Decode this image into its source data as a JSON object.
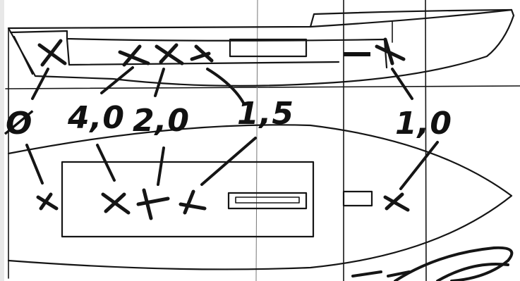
{
  "labels": {
    "l0": "Ø",
    "l1": "4,0",
    "l2": "2,0",
    "l3": "1,5",
    "l4": "1,0"
  }
}
